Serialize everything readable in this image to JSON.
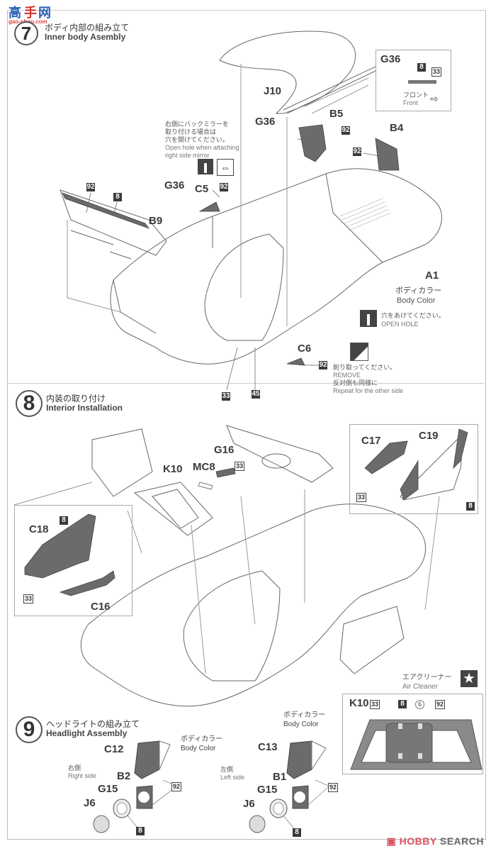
{
  "site_logo": {
    "chars": [
      "高",
      "手",
      "网"
    ],
    "domain": "gao-shou.com"
  },
  "steps": [
    {
      "number": "7",
      "title_jp": "ボディ内部の組み立て",
      "title_en": "Inner body Asembly"
    },
    {
      "number": "8",
      "title_jp": "内装の取り付け",
      "title_en": "Interior Installation"
    },
    {
      "number": "9",
      "title_jp": "ヘッドライトの組み立て",
      "title_en": "Headlight Assembly"
    }
  ],
  "step7": {
    "parts": {
      "j10": "J10",
      "g36_top": "G36",
      "b5": "B5",
      "b4": "B4",
      "g36_mid": "G36",
      "c5": "C5",
      "b9": "B9",
      "a1": "A1",
      "c6": "C6"
    },
    "paint_codes": {
      "b5": "92",
      "b4": "92",
      "c5": "92",
      "b9_a": "92",
      "b9_b": "8",
      "c6": "92",
      "bottom_a": "33",
      "bottom_b": "45"
    },
    "inset_g36": {
      "label": "G36",
      "code_a": "8",
      "code_b": "33",
      "front_jp": "フロント",
      "front_en": "Front"
    },
    "mirror_note": {
      "jp_lines": [
        "右側にバックミラーを",
        "取り付ける場合は",
        "穴を開けてください。"
      ],
      "en_lines": [
        "Open hole when attaching",
        "right side mirror"
      ]
    },
    "a1_color": {
      "jp": "ボディカラー",
      "en": "Body Color"
    },
    "open_hole": {
      "jp": "穴をあけてください。",
      "en": "OPEN  HOLE"
    },
    "remove": {
      "jp": "削り取ってください。",
      "en": "REMOVE",
      "jp2": "反対側も同様に",
      "en2": "Repeat for the other side"
    }
  },
  "step8": {
    "parts": {
      "k10": "K10",
      "mc8": "MC8",
      "g16": "G16",
      "c18": "C18",
      "c16": "C16",
      "c17": "C17",
      "c19": "C19"
    },
    "paint_codes": {
      "g16": "33",
      "c18": "8",
      "c18_c16": "33",
      "c17_c19": "33",
      "c19": "8"
    },
    "air_cleaner": {
      "jp": "エアクリーナー",
      "en": "Air Cleaner",
      "icon": "star-icon",
      "part": "K10",
      "code_a": "33",
      "code_b": "8",
      "code_c": "6",
      "code_d": "92"
    }
  },
  "step9": {
    "right": {
      "side_jp": "右側",
      "side_en": "Right side",
      "color_jp": "ボディカラー",
      "color_en": "Body Color",
      "parts": {
        "housing": "C12",
        "bezel": "B2",
        "ring": "G15",
        "lens": "J6"
      },
      "codes": {
        "housing": "92",
        "ring": "8"
      }
    },
    "left": {
      "side_jp": "左側",
      "side_en": "Left side",
      "color_jp": "ボディカラー",
      "color_en": "Body Color",
      "parts": {
        "housing": "C13",
        "bezel": "B1",
        "ring": "G15",
        "lens": "J6"
      },
      "codes": {
        "housing": "92",
        "ring": "8"
      }
    }
  },
  "watermark": {
    "brand_a": "HOBBY",
    "brand_b": "SEARCH"
  },
  "colors": {
    "part_fill": "#6b6b6b",
    "badge": "#3a3a3a",
    "line": "#555555",
    "watermark_red": "#d9505e"
  }
}
